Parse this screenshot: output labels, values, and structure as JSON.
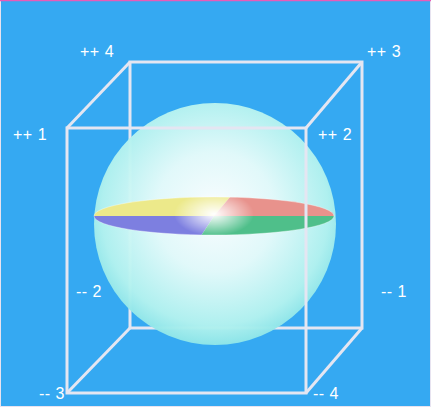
{
  "diagram": {
    "labels": [
      "++ 4",
      "++ 3",
      "++ 1",
      "++ 2",
      "-- 2",
      "-- 1",
      "-- 3",
      "-- 4"
    ]
  }
}
